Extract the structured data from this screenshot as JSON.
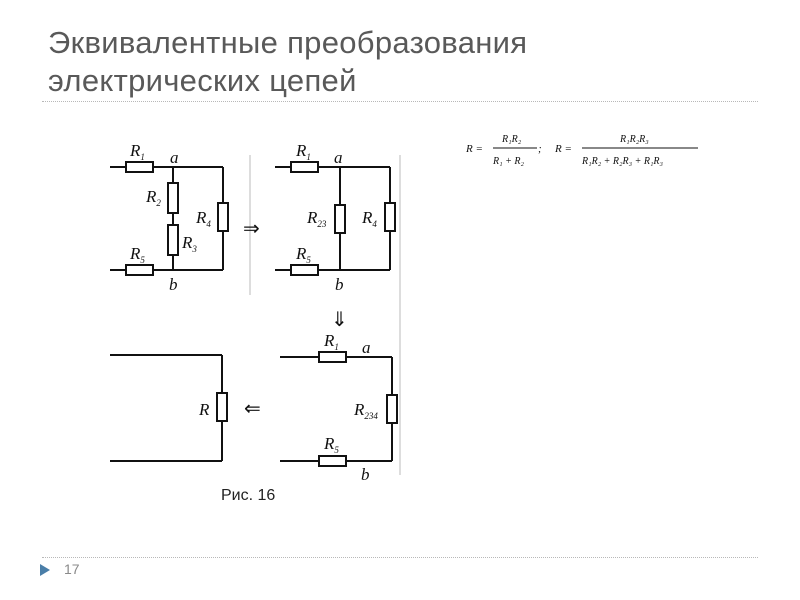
{
  "slide": {
    "title_line1": "Эквивалентные преобразования",
    "title_line2": "электрических цепей",
    "caption": "Рис. 16",
    "page_number": "17"
  },
  "diagram": {
    "labels": {
      "R": "R",
      "sub1": "1",
      "sub2": "2",
      "sub3": "3",
      "sub4": "4",
      "sub5": "5",
      "sub23": "23",
      "sub234": "234",
      "node_a": "a",
      "node_b": "b"
    },
    "arrows": {
      "right": "⇒",
      "down": "⇓",
      "left": "⇐"
    }
  },
  "formulas": {
    "f1_lhs": "R =",
    "f1_num": "R₁R₂",
    "f1_den": "R₁ + R₂",
    "f1_sep": ";",
    "f2_lhs": "R =",
    "f2_num": "R₁R₂R₃",
    "f2_den": "R₁R₂ + R₂R₃ + R₁R₃"
  },
  "colors": {
    "title": "#595959",
    "accent": "#4a7ea8",
    "line": "#111111"
  }
}
